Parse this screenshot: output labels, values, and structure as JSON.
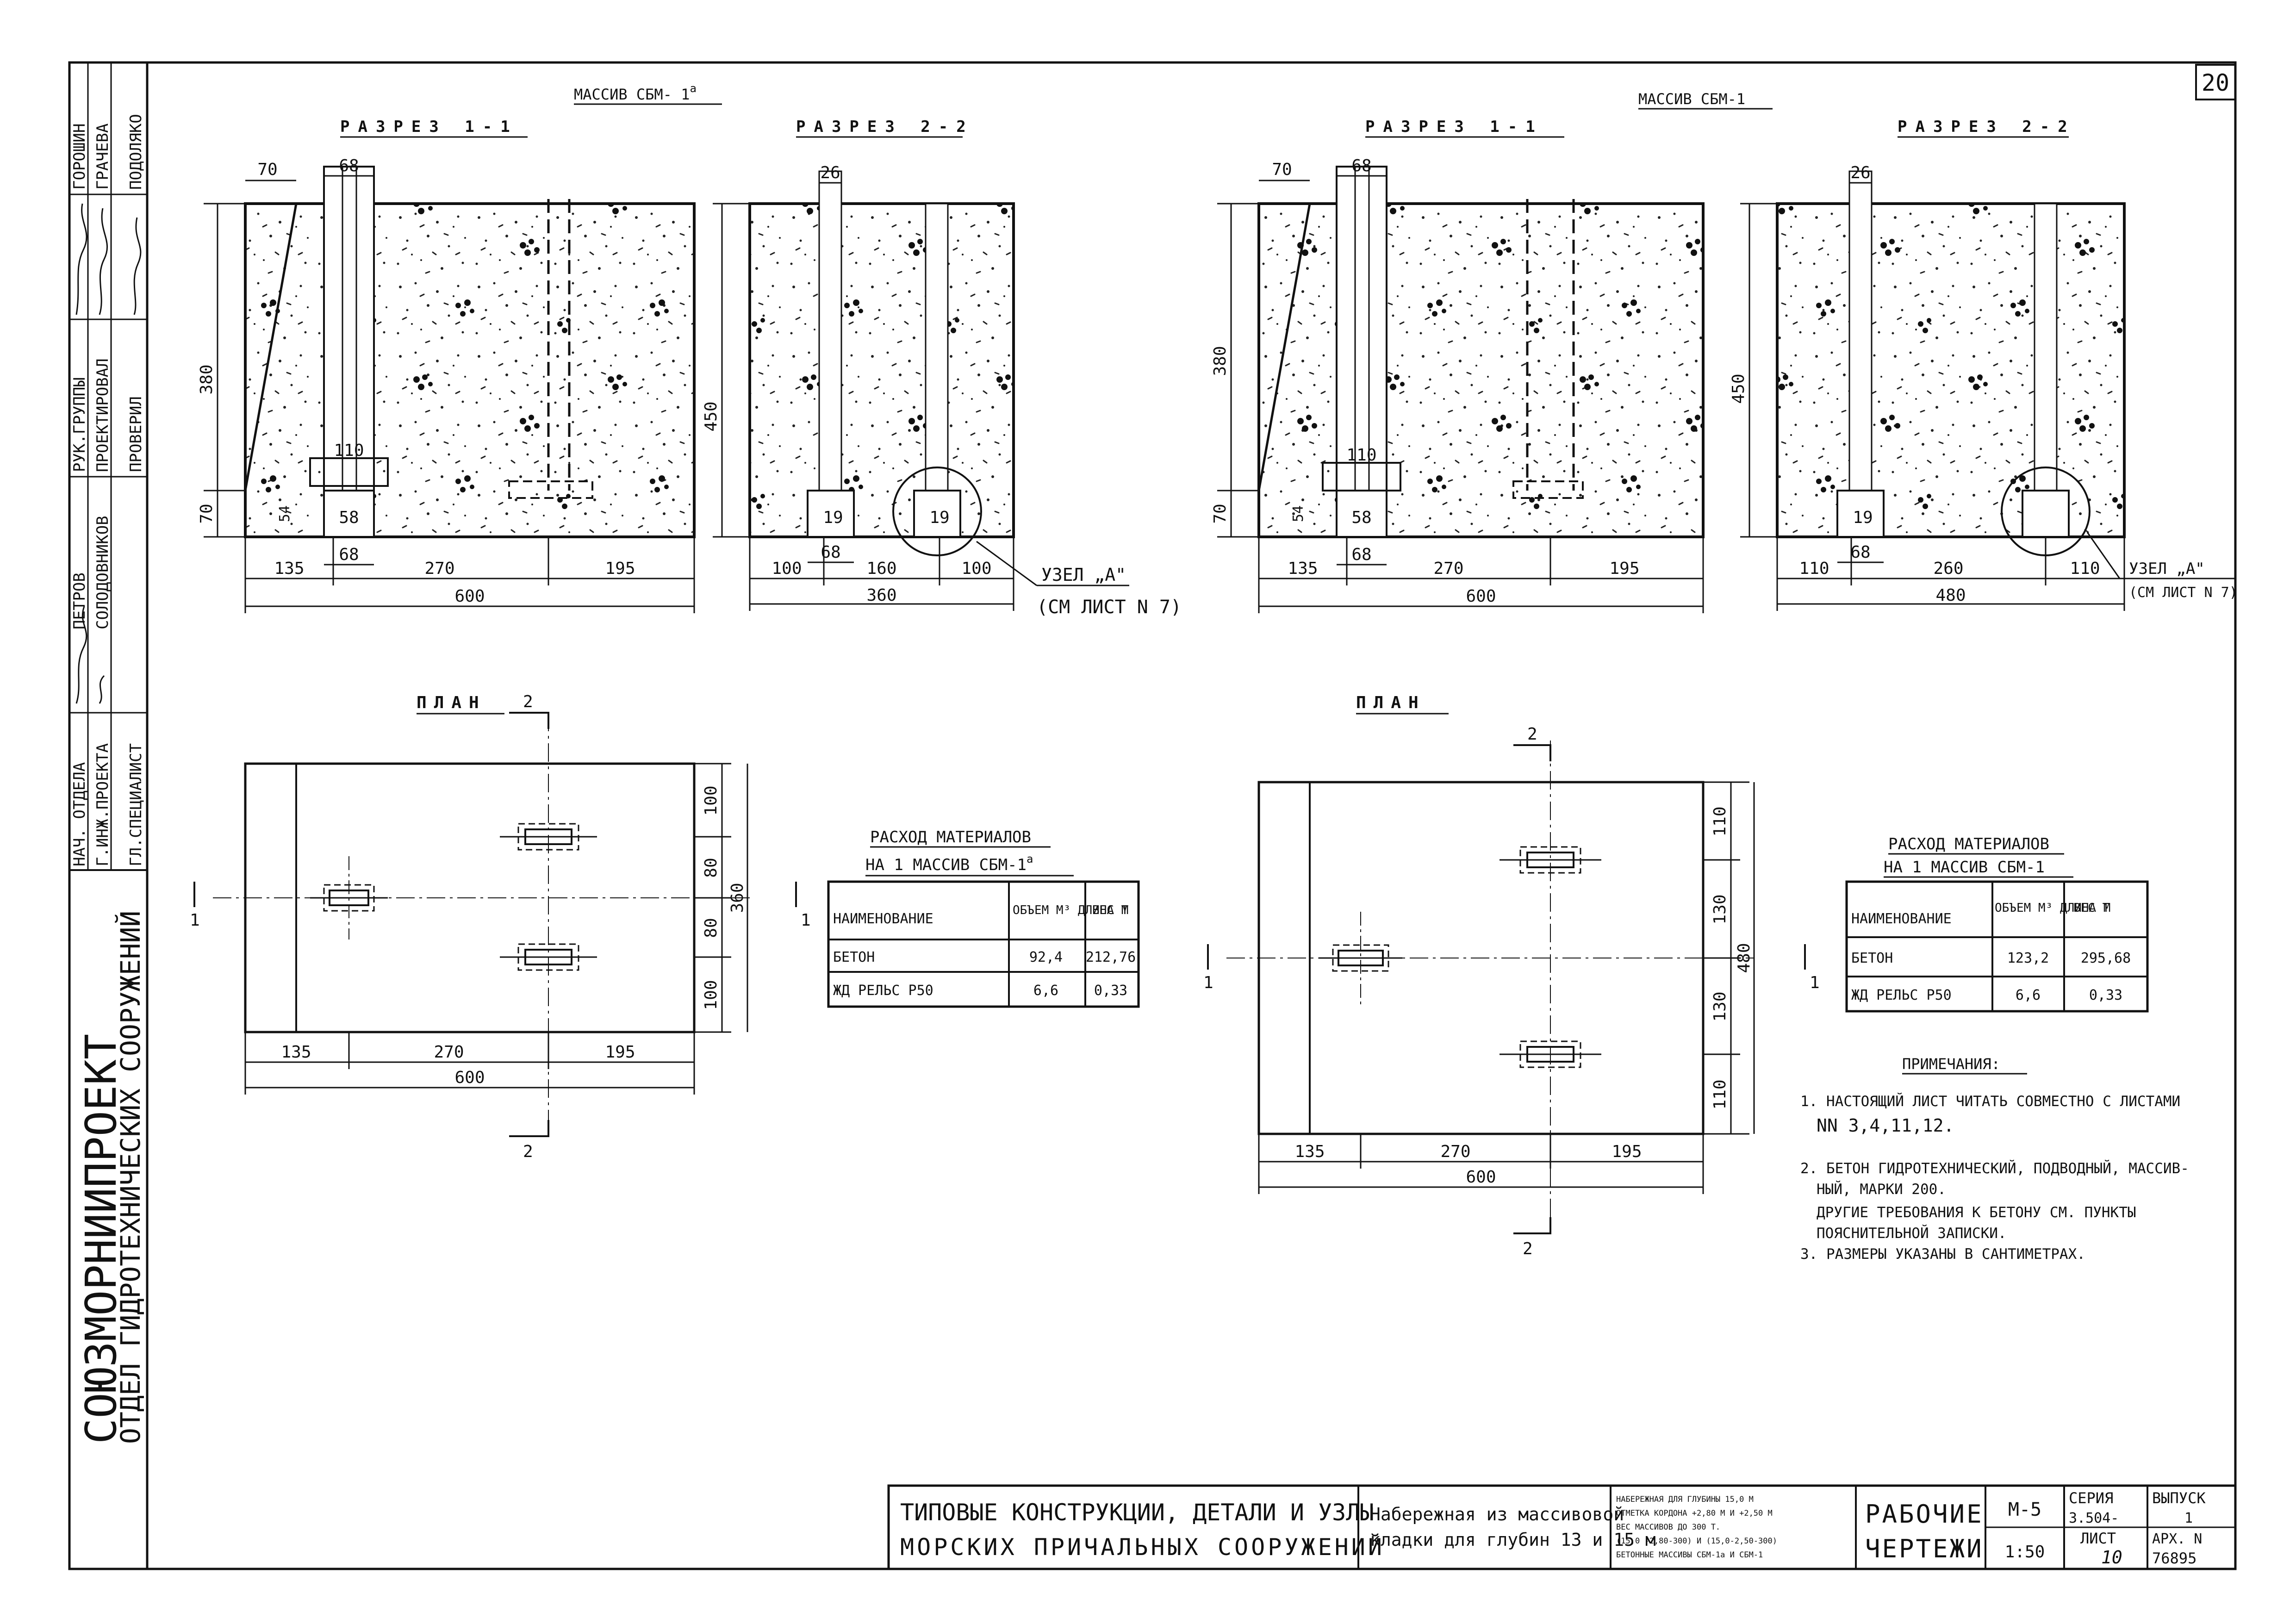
{
  "page_number": "20",
  "side_stamp": {
    "org_line1": "СОЮЗМОРНИИПРОЕКТ",
    "org_line2": "ОТДЕЛ ГИДРОТЕХНИЧЕСКИХ СООРУЖЕНИЙ",
    "rows": [
      {
        "role": "НАЧ. ОТДЕЛА",
        "name": ""
      },
      {
        "role": "Г.ИНЖ.ПРОЕКТА",
        "name": ""
      },
      {
        "role": "ГЛ.СПЕЦИАЛИСТ",
        "name": ""
      },
      {
        "role": "ПЕТРОВ",
        "name": ""
      },
      {
        "role": "СОЛОДОВНИКОВ",
        "name": ""
      },
      {
        "role": "РУК.ГРУППЫ",
        "name": "ГОРОШИН"
      },
      {
        "role": "ПРОЕКТИРОВАЛ",
        "name": "ГРАЧЕВА"
      },
      {
        "role": "ПРОВЕРИЛ",
        "name": "ПОДОЛЯКО"
      }
    ]
  },
  "left": {
    "title": "МАССИВ СБМ- 1",
    "title_sup": "а",
    "section1": {
      "label": "РАЗРЕЗ 1-1",
      "dims": {
        "d70_top": "70",
        "d68_top": "68",
        "d380": "380",
        "d70_side": "70",
        "d54": "54",
        "d110": "110",
        "d58": "58",
        "d68_bot": "68",
        "d135": "135",
        "d270": "270",
        "d195": "195",
        "d600": "600"
      }
    },
    "section2": {
      "label": "РАЗРЕЗ 2-2",
      "dims": {
        "d26": "26",
        "d450": "450",
        "d19a": "19",
        "d19b": "19",
        "d68": "68",
        "d100a": "100",
        "d160": "160",
        "d100b": "100",
        "d360": "360"
      },
      "node_label": "УЗЕЛ „А\"",
      "node_ref": "(СМ ЛИСТ N 7)"
    },
    "plan": {
      "label": "ПЛАН",
      "cut_2": "2",
      "cut_1": "1",
      "dims": {
        "d100a": "100",
        "d80a": "80",
        "d360": "360",
        "d80b": "80",
        "d100b": "100",
        "d135": "135",
        "d270": "270",
        "d195": "195",
        "d600": "600"
      }
    },
    "materials": {
      "title1": "РАСХОД МАТЕРИАЛОВ",
      "title2": "НА 1 МАССИВ СБМ-1",
      "title2_sup": "а",
      "headers": [
        "НАИМЕНОВАНИЕ",
        "ОБЪЕМ М³ ДЛИНА М",
        "ВЕС Т"
      ],
      "rows": [
        [
          "БЕТОН",
          "92,4",
          "212,76"
        ],
        [
          "ЖД РЕЛЬС Р50",
          "6,6",
          "0,33"
        ]
      ]
    }
  },
  "right": {
    "title": "МАССИВ СБМ-1",
    "section1": {
      "label": "РАЗРЕЗ 1-1",
      "dims": {
        "d70_top": "70",
        "d68_top": "68",
        "d380": "380",
        "d70_side": "70",
        "d54": "54",
        "d110": "110",
        "d58": "58",
        "d68_bot": "68",
        "d135": "135",
        "d270": "270",
        "d195": "195",
        "d600": "600"
      }
    },
    "section2": {
      "label": "РАЗРЕЗ 2-2",
      "dims": {
        "d26": "26",
        "d450": "450",
        "d19": "19",
        "d68": "68",
        "d110a": "110",
        "d260": "260",
        "d110b": "110",
        "d480": "480"
      },
      "node_label": "УЗЕЛ „А\"",
      "node_ref": "(СМ ЛИСТ N 7)"
    },
    "plan": {
      "label": "ПЛАН",
      "cut_2": "2",
      "cut_1": "1",
      "dims": {
        "d110a": "110",
        "d130a": "130",
        "d480": "480",
        "d130b": "130",
        "d110b": "110",
        "d135": "135",
        "d270": "270",
        "d195": "195",
        "d600": "600"
      }
    },
    "materials": {
      "title1": "РАСХОД МАТЕРИАЛОВ",
      "title2": "НА 1 МАССИВ СБМ-1",
      "headers": [
        "НАИМЕНОВАНИЕ",
        "ОБЪЕМ М³ ДЛИНА М",
        "ВЕС Т"
      ],
      "rows": [
        [
          "БЕТОН",
          "123,2",
          "295,68"
        ],
        [
          "ЖД РЕЛЬС Р50",
          "6,6",
          "0,33"
        ]
      ]
    }
  },
  "notes": {
    "title": "ПРИМЕЧАНИЯ:",
    "lines": [
      "1. НАСТОЯЩИЙ ЛИСТ ЧИТАТЬ СОВМЕСТНО С ЛИСТАМИ",
      "NN 3,4,11,12.",
      "2. БЕТОН ГИДРОТЕХНИЧЕСКИЙ, ПОДВОДНЫЙ, МАССИВ-",
      "НЫЙ, МАРКИ 200.",
      "ДРУГИЕ ТРЕБОВАНИЯ К БЕТОНУ СМ. ПУНКТЫ",
      "ПОЯСНИТЕЛЬНОЙ ЗАПИСКИ.",
      "3. РАЗМЕРЫ УКАЗАНЫ В САНТИМЕТРАХ."
    ]
  },
  "title_block": {
    "main_line1": "ТИПОВЫЕ КОНСТРУКЦИИ, ДЕТАЛИ И УЗЛЫ",
    "main_line2": "МОРСКИХ ПРИЧАЛЬНЫХ СООРУЖЕНИЙ",
    "sub_line1": "Набережная из массивовой",
    "sub_line2": "кладки для глубин 13 и 15 м",
    "desc_lines": [
      "НАБЕРЕЖНАЯ ДЛЯ ГЛУБИНЫ 15,0 М",
      "ОТМЕТКА КОРДОНА +2,80 М И +2,50 М",
      "ВЕС МАССИВОВ ДО 300 Т.",
      "(15,0 -2,80-300) И (15,0-2,50-300)",
      "БЕТОННЫЕ МАССИВЫ СБМ-1а И СБМ-1"
    ],
    "stage_line1": "РАБОЧИЕ",
    "stage_line2": "ЧЕРТЕЖИ",
    "code": "М-5",
    "scale": "1:50",
    "series_label": "СЕРИЯ",
    "series_value": "3.504-",
    "issue_label": "ВЫПУСК",
    "issue_value": "1",
    "sheet_label": "ЛИСТ",
    "sheet_value": "10",
    "arch_label": "АРХ. N",
    "arch_value": "76895"
  }
}
